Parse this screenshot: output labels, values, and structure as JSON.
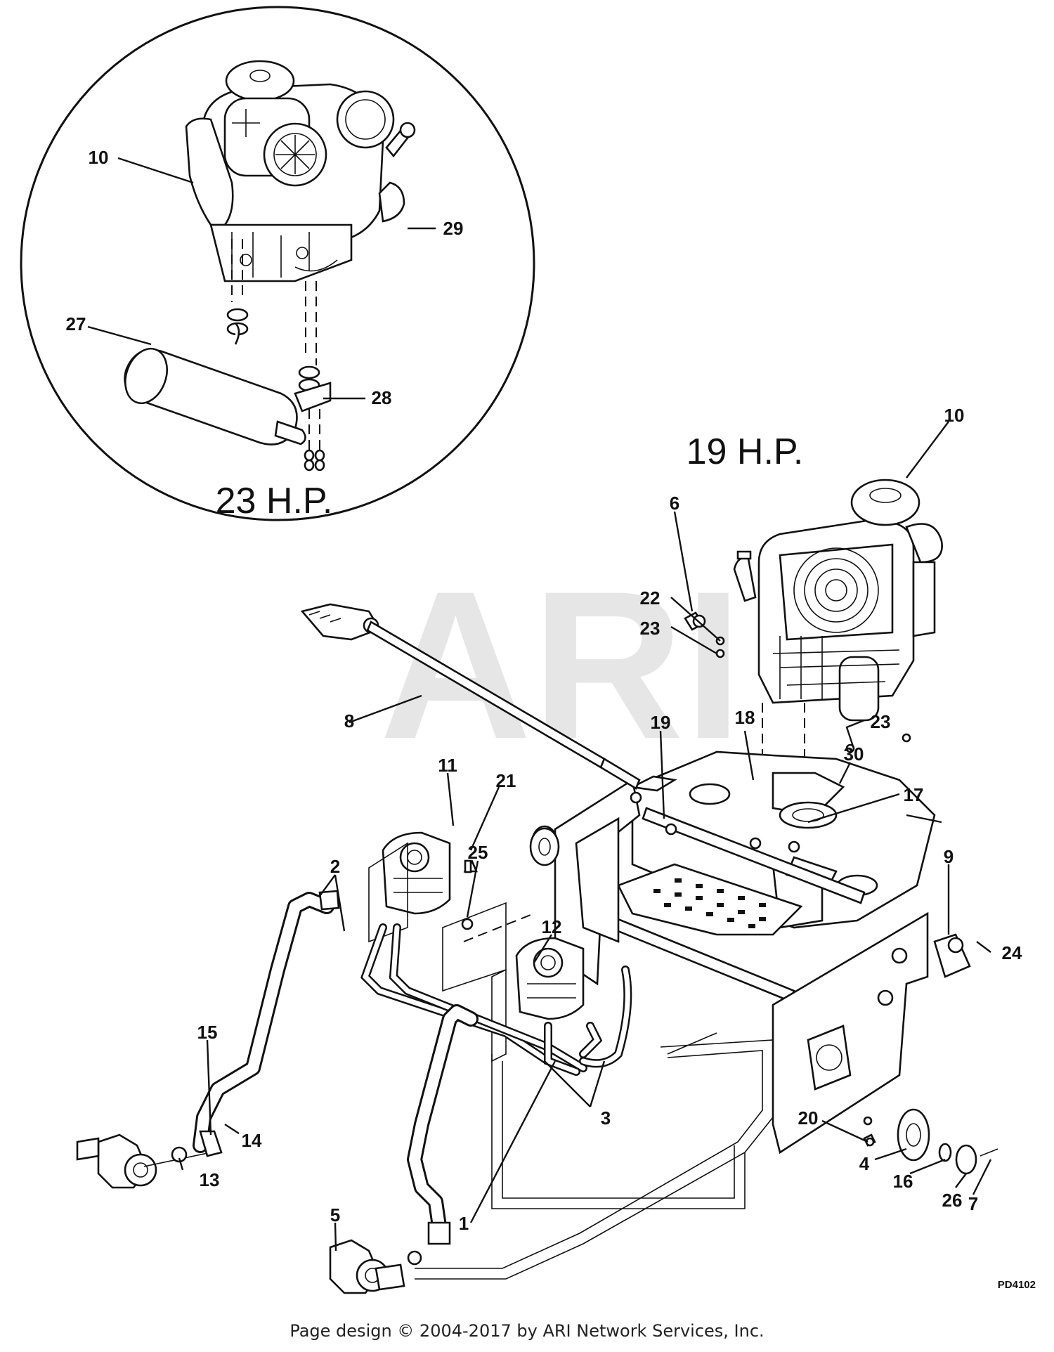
{
  "watermark": "ARI",
  "inset": {
    "title": "23 H.P.",
    "callouts": [
      "10",
      "29",
      "27",
      "28"
    ]
  },
  "main": {
    "title": "19 H.P.",
    "callouts": [
      "10",
      "6",
      "22",
      "23",
      "23",
      "8",
      "19",
      "18",
      "30",
      "17",
      "11",
      "21",
      "25",
      "2",
      "9",
      "24",
      "12",
      "15",
      "14",
      "13",
      "1",
      "3",
      "20",
      "4",
      "16",
      "26",
      "7",
      "5"
    ]
  },
  "diagram_code": "PD4102",
  "footer": "Page design © 2004-2017 by ARI Network Services, Inc."
}
